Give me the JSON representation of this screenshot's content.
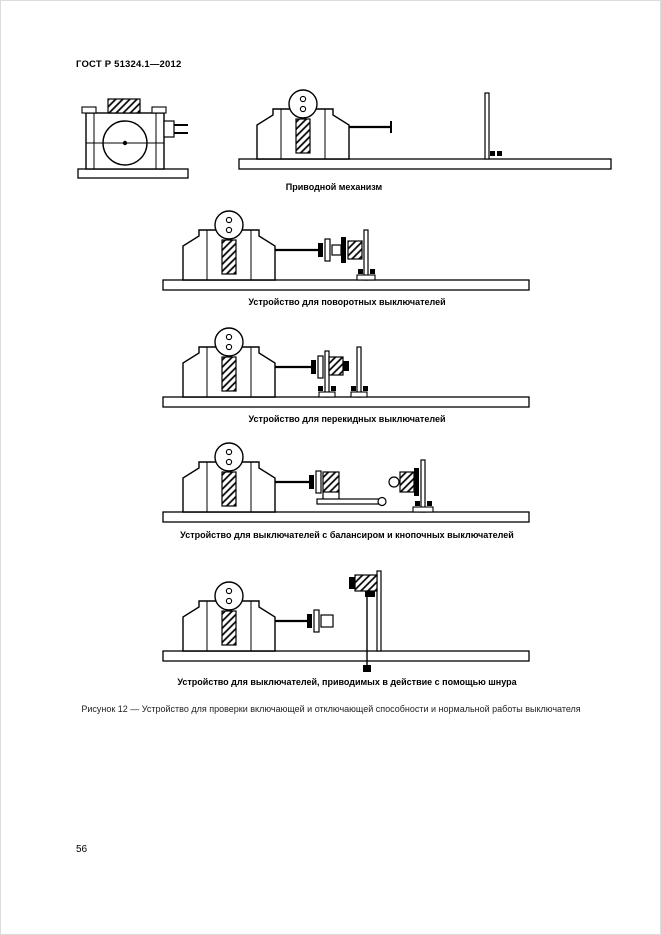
{
  "page": {
    "header": "ГОСТ Р 51324.1—2012",
    "page_number": "56"
  },
  "captions": {
    "drive": "Приводной механизм",
    "rotary": "Устройство для поворотных выключателей",
    "toggle": "Устройство для перекидных выключателей",
    "rocker": "Устройство для выключателей с балансиром и кнопочных выключателей",
    "cord": "Устройство для выключателей, приводимых в действие с помощью шнура",
    "figure": "Рисунок 12 — Устройство для проверки включающей и отключающей способности и нормальной работы выключателя"
  }
}
